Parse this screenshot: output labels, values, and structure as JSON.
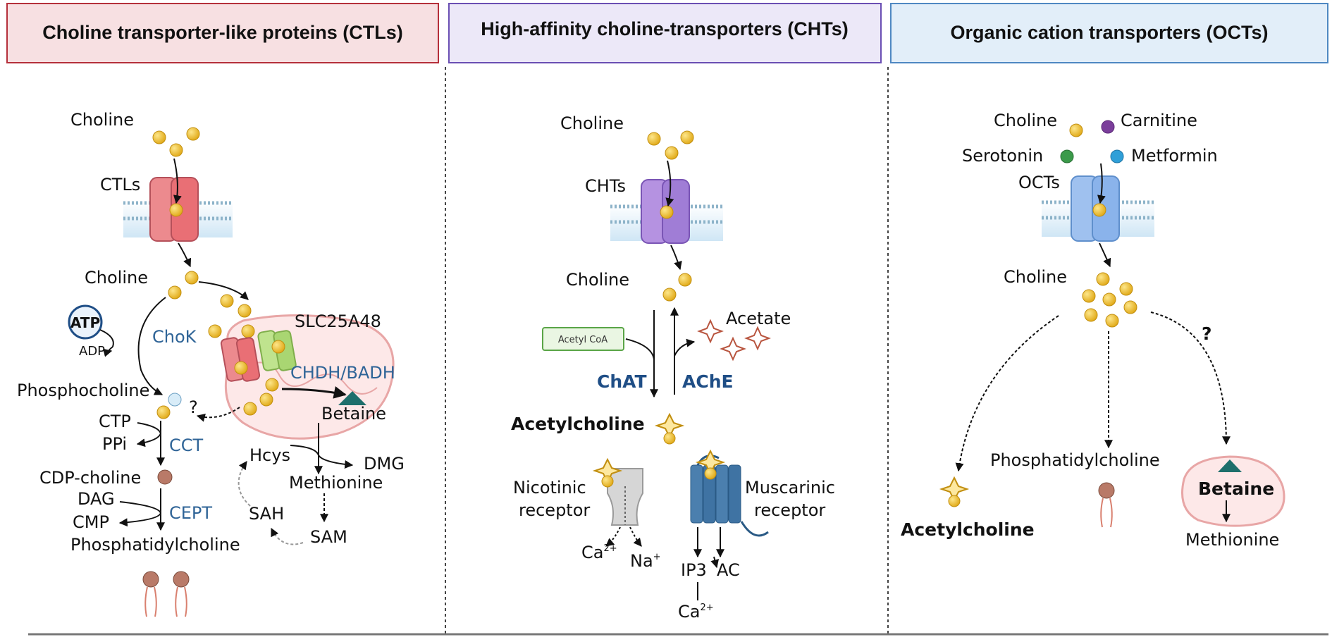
{
  "panels": {
    "ctl": {
      "title": "Choline transporter-like proteins (CTLs)",
      "choline_top": "Choline",
      "transporter": "CTLs",
      "choline_in": "Choline",
      "atp": "ATP",
      "adp": "ADP",
      "chok": "ChoK",
      "slc": "SLC25A48",
      "chdh": "CHDH/BADH",
      "phosphocholine": "Phosphocholine",
      "question": "?",
      "betaine": "Betaine",
      "ctp": "CTP",
      "ppi": "PPi",
      "cct": "CCT",
      "hcys": "Hcys",
      "dmg": "DMG",
      "cdp": "CDP-choline",
      "methionine": "Methionine",
      "dag": "DAG",
      "cept": "CEPT",
      "sah": "SAH",
      "cmp": "CMP",
      "sam": "SAM",
      "pc": "Phosphatidylcholine"
    },
    "cht": {
      "title": "High-affinity choline-transporters (CHTs)",
      "choline_top": "Choline",
      "transporter": "CHTs",
      "choline_in": "Choline",
      "acetyl_coa": "Acetyl CoA",
      "acetate": "Acetate",
      "chat": "ChAT",
      "ache": "AChE",
      "ach": "Acetylcholine",
      "nicotinic_1": "Nicotinic",
      "nicotinic_2": "receptor",
      "muscarinic_1": "Muscarinic",
      "muscarinic_2": "receptor",
      "ca": "Ca",
      "ca_sup": "2+",
      "na": "Na",
      "na_sup": "+",
      "ip3": "IP3",
      "ac": "AC",
      "ca2": "Ca",
      "ca2_sup": "2+"
    },
    "oct": {
      "title": "Organic cation transporters (OCTs)",
      "choline_top": "Choline",
      "carnitine": "Carnitine",
      "serotonin": "Serotonin",
      "metformin": "Metformin",
      "transporter": "OCTs",
      "choline_in": "Choline",
      "question": "?",
      "pc": "Phosphatidylcholine",
      "ach": "Acetylcholine",
      "betaine": "Betaine",
      "methionine": "Methionine"
    }
  },
  "colors": {
    "ctl_header_fill": "#f7e0e2",
    "ctl_header_border": "#b5303b",
    "cht_header_fill": "#ece8f8",
    "cht_header_border": "#6a4fb3",
    "oct_header_fill": "#e2eef9",
    "oct_header_border": "#4f88c2",
    "choline": "#f2c744",
    "ctl_transporter": "#ec8a8e",
    "cht_transporter": "#b592e1",
    "oct_transporter": "#9fc1ef",
    "slc_transporter": "#bfe38e",
    "enzyme_text": "#2f6497",
    "carnitine": "#7b3e9b",
    "serotonin": "#3b9a4a",
    "metformin": "#2f9fd8",
    "betaine": "#1e6f6c"
  }
}
